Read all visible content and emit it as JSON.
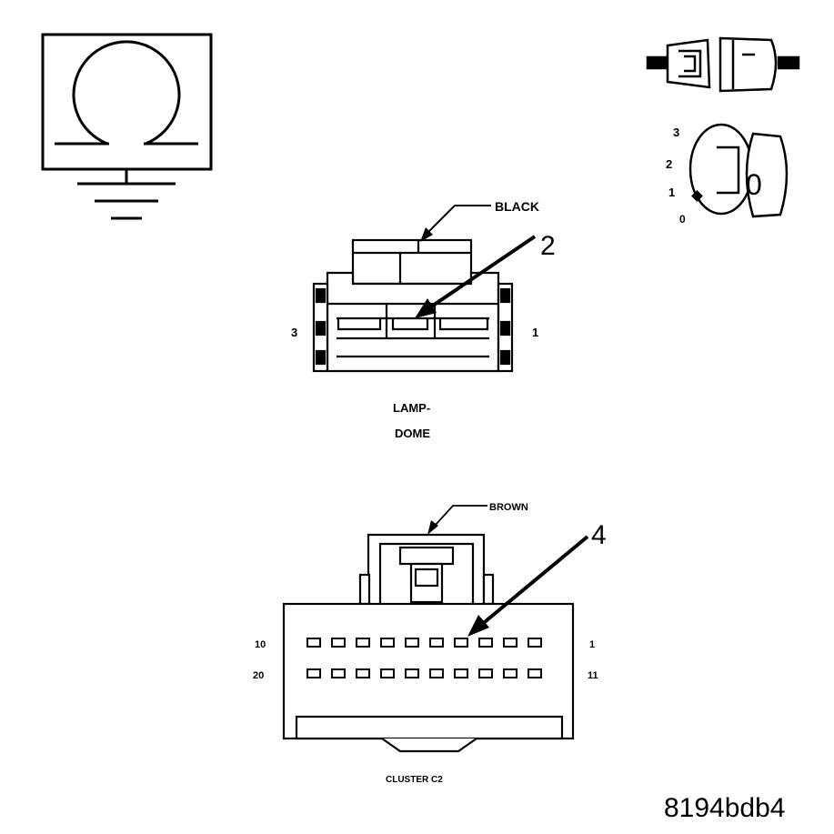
{
  "figure_id": "8194bdb4",
  "ohmmeter": {
    "symbol": "Ω"
  },
  "ignition": {
    "positions": [
      "3",
      "2",
      "1",
      "0"
    ],
    "key_position": "0"
  },
  "connectors": [
    {
      "name_line1": "LAMP-",
      "name_line2": "DOME",
      "color_label": "BLACK",
      "callout": "2",
      "pin_left": "3",
      "pin_right": "1"
    },
    {
      "name": "CLUSTER C2",
      "color_label": "BROWN",
      "callout": "4",
      "pin_top_left": "10",
      "pin_top_right": "1",
      "pin_bottom_left": "20",
      "pin_bottom_right": "11"
    }
  ]
}
